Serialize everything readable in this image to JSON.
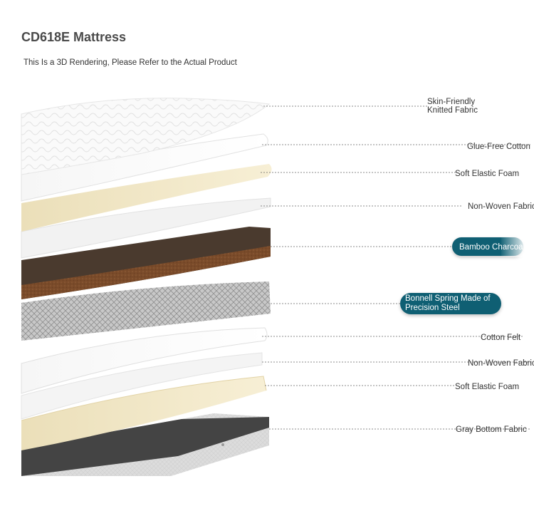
{
  "header": {
    "title": "CD618E Mattress",
    "subtitle": "This Is a 3D Rendering, Please Refer to the Actual Product"
  },
  "layers": [
    {
      "line1": "Skin-Friendly",
      "line2": "Knitted Fabric"
    },
    {
      "label": "Glue-Free Cotton"
    },
    {
      "label": "Soft Elastic Foam"
    },
    {
      "label": "Non-Woven Fabric"
    },
    {
      "label": "Bamboo Charcoal C",
      "highlighted": true
    },
    {
      "line1": "Bonnell Spring Made of",
      "line2": "Precision Steel",
      "highlighted": true
    },
    {
      "label": "Cotton Felt"
    },
    {
      "label": "Non-Woven Fabric"
    },
    {
      "label": "Soft Elastic Foam"
    },
    {
      "label": "Gray Bottom Fabric"
    }
  ],
  "colors": {
    "highlight": "#0f5f73",
    "foam": "#f1e6c4",
    "charcoal": "#4a3a2e",
    "spring": "#bdbdbd",
    "bottom": "#3f3f3f"
  }
}
